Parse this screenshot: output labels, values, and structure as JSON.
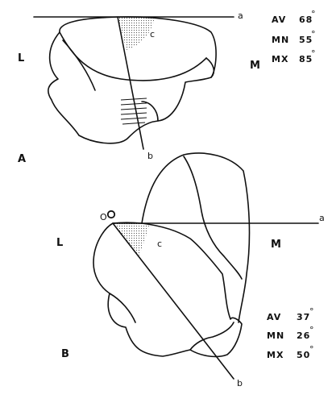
{
  "panel_a": {
    "panel_label": "A",
    "side_left": "L",
    "side_right": "M",
    "line_end_a": "a",
    "line_end_b": "b",
    "angle_label": "c",
    "stats": [
      {
        "label": "AV",
        "value": "68",
        "unit": "°"
      },
      {
        "label": "MN",
        "value": "55",
        "unit": "°"
      },
      {
        "label": "MX",
        "value": "85",
        "unit": "°"
      }
    ]
  },
  "panel_b": {
    "panel_label": "B",
    "side_left": "L",
    "side_right": "M",
    "line_end_a": "a",
    "line_end_b": "b",
    "angle_label": "c",
    "origin_label": "O",
    "stats": [
      {
        "label": "AV",
        "value": "37",
        "unit": "°"
      },
      {
        "label": "MN",
        "value": "26",
        "unit": "°"
      },
      {
        "label": "MX",
        "value": "50",
        "unit": "°"
      }
    ]
  },
  "colors": {
    "ink": "#111111",
    "background": "#ffffff",
    "shade": "#777777"
  }
}
